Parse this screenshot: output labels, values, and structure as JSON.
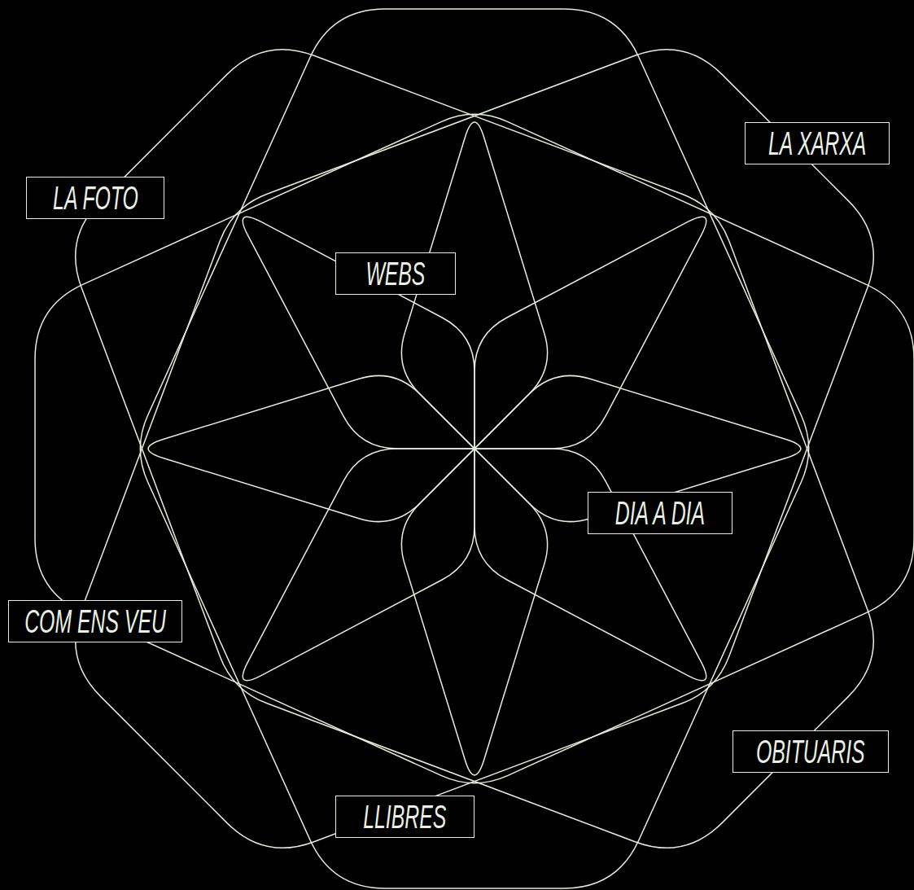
{
  "diagram": {
    "nodes": [
      {
        "text": [
          "LA XARXA"
        ]
      },
      {
        "text": [
          "LA FOTO"
        ]
      },
      {
        "text": [
          "WEBS"
        ]
      },
      {
        "text": [
          "DIA A DIA"
        ]
      },
      {
        "text": [
          "COM ENS VEU"
        ]
      },
      {
        "text": [
          "OBITUARIS"
        ]
      },
      {
        "text": [
          "LLIBRES"
        ]
      }
    ]
  }
}
